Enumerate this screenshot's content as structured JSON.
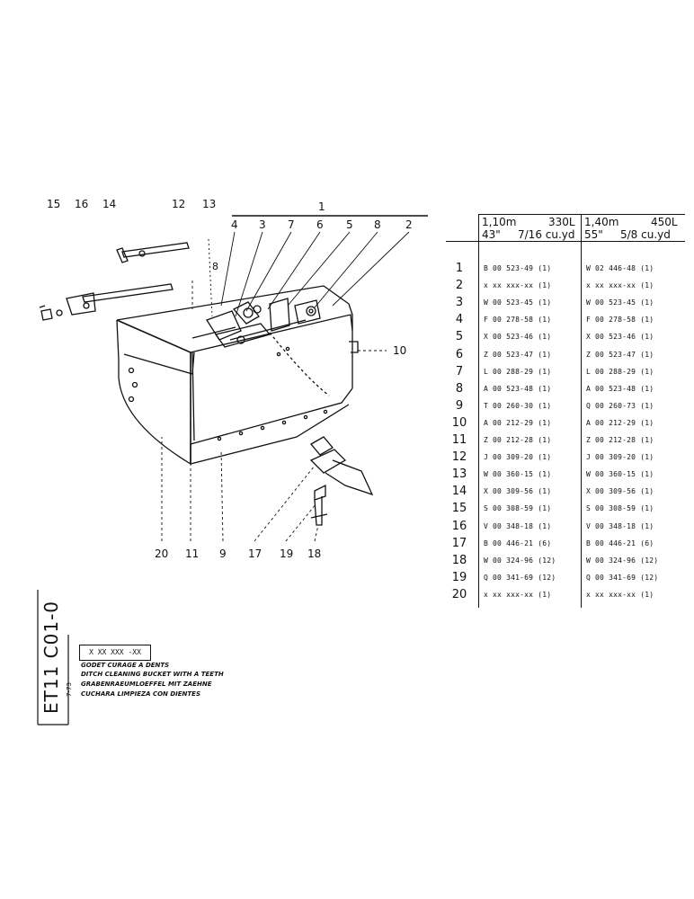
{
  "callouts_top": [
    "15",
    "16",
    "14",
    "12",
    "13",
    "1",
    "4",
    "3",
    "7",
    "6",
    "5",
    "8",
    "2"
  ],
  "callout_side": "10",
  "callouts_bottom": [
    "20",
    "11",
    "9",
    "17",
    "19",
    "18"
  ],
  "small_label_8": "8",
  "table": {
    "col1": {
      "size": "1,10m",
      "cap": "330L",
      "size_in": "43\"",
      "cap_yd": "7/16 cu.yd"
    },
    "col2": {
      "size": "1,40m",
      "cap": "450L",
      "size_in": "55\"",
      "cap_yd": "5/8 cu.yd"
    },
    "rows": [
      {
        "n": "1",
        "a": "B 00 523-49 (1)",
        "b": "W 02 446-48 (1)"
      },
      {
        "n": "2",
        "a": "x xx xxx-xx (1)",
        "b": "x xx xxx-xx (1)"
      },
      {
        "n": "3",
        "a": "W 00 523-45 (1)",
        "b": "W 00 523-45 (1)"
      },
      {
        "n": "4",
        "a": "F 00 278-58 (1)",
        "b": "F 00 278-58 (1)"
      },
      {
        "n": "5",
        "a": "X 00 523-46 (1)",
        "b": "X 00 523-46 (1)"
      },
      {
        "n": "6",
        "a": "Z 00 523-47 (1)",
        "b": "Z 00 523-47 (1)"
      },
      {
        "n": "7",
        "a": "L 00 288-29 (1)",
        "b": "L 00 288-29 (1)"
      },
      {
        "n": "8",
        "a": "A 00 523-48 (1)",
        "b": "A 00 523-48 (1)"
      },
      {
        "n": "9",
        "a": "T 00 260-30 (1)",
        "b": "Q 00 260-73 (1)"
      },
      {
        "n": "10",
        "a": "A 00 212-29 (1)",
        "b": "A 00 212-29 (1)"
      },
      {
        "n": "11",
        "a": "Z 00 212-28 (1)",
        "b": "Z 00 212-28 (1)"
      },
      {
        "n": "12",
        "a": "J 00 309-20 (1)",
        "b": "J 00 309-20 (1)"
      },
      {
        "n": "13",
        "a": "W 00 360-15 (1)",
        "b": "W 00 360-15 (1)"
      },
      {
        "n": "14",
        "a": "X 00 309-56 (1)",
        "b": "X 00 309-56 (1)"
      },
      {
        "n": "15",
        "a": "S 00 308-59 (1)",
        "b": "S 00 308-59 (1)"
      },
      {
        "n": "16",
        "a": "V 00 348-18 (1)",
        "b": "V 00 348-18 (1)"
      },
      {
        "n": "17",
        "a": "B 00 446-21 (6)",
        "b": "B 00 446-21 (6)"
      },
      {
        "n": "18",
        "a": "W 00 324-96 (12)",
        "b": "W 00 324-96 (12)"
      },
      {
        "n": "19",
        "a": "Q 00 341-69 (12)",
        "b": "Q 00 341-69 (12)"
      },
      {
        "n": "20",
        "a": "x xx xxx-xx (1)",
        "b": "x xx xxx-xx (1)"
      }
    ]
  },
  "title_block": {
    "code": "ET11 C01-0",
    "date": "7-73",
    "ref": "X XX XXX -XX",
    "lines": [
      "GODET CURAGE A DENTS",
      "DITCH CLEANING BUCKET WITH A TEETH",
      "GRABENRAEUMLOEFFEL MIT ZAEHNE",
      "CUCHARA LIMPIEZA CON DIENTES"
    ]
  }
}
